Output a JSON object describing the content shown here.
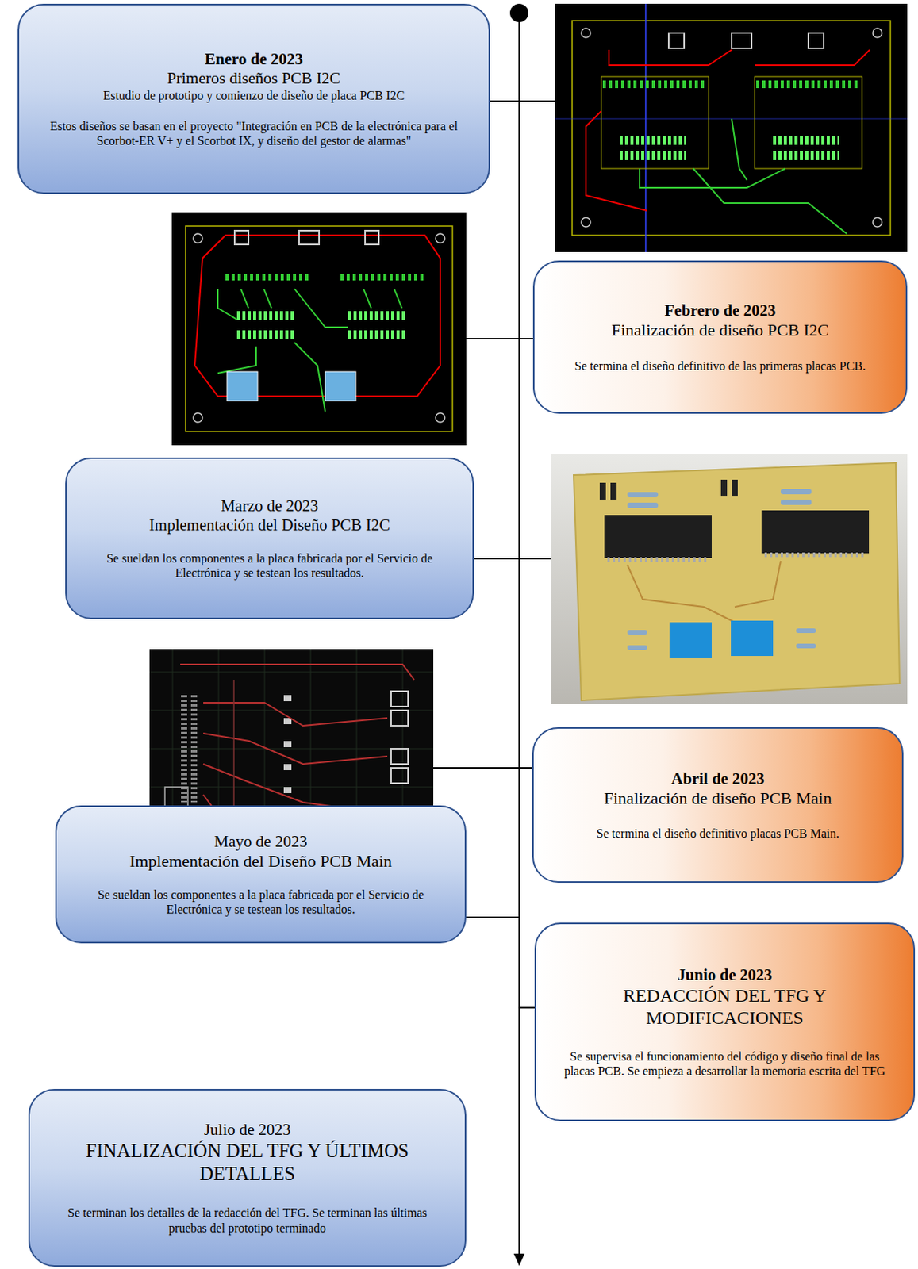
{
  "diagram": {
    "nodes": [
      {
        "text": [
          "Enero de 2023",
          "Primeros diseños PCB I2C",
          "Estudio de prototipo y comienzo de diseño de placa PCB I2C",
          "Estos diseños se basan en el proyecto \"Integración en PCB de la electrónica para el Scorbot-ER V+ y el Scorbot IX, y diseño del gestor de alarmas\""
        ]
      },
      {
        "text": [
          "Febrero de 2023",
          "Finalización de diseño PCB I2C",
          "Se termina el diseño definitivo de las primeras placas PCB."
        ]
      },
      {
        "text": [
          "Marzo de 2023",
          "Implementación del Diseño PCB I2C",
          "Se sueldan los componentes a la placa fabricada por el Servicio de Electrónica y se testean los resultados."
        ]
      },
      {
        "text": [
          "Abril de 2023",
          "Finalización de diseño PCB Main",
          "Se termina el diseño definitivo placas PCB Main."
        ]
      },
      {
        "text": [
          "Mayo de 2023",
          "Implementación del Diseño PCB Main",
          "Se sueldan los componentes a la placa fabricada por el Servicio de Electrónica y se testean los resultados."
        ]
      },
      {
        "text": [
          "Junio de 2023",
          "REDACCIÓN DEL TFG Y MODIFICACIONES",
          "Se supervisa el funcionamiento del código y diseño final de las placas PCB. Se empieza a desarrollar la memoria escrita del TFG"
        ]
      },
      {
        "text": [
          "Julio de 2023",
          "FINALIZACIÓN DEL TFG Y ÚLTIMOS DETALLES",
          "Se terminan los detalles de la redacción del TFG. Se terminan las últimas pruebas del prototipo terminado"
        ]
      }
    ]
  }
}
